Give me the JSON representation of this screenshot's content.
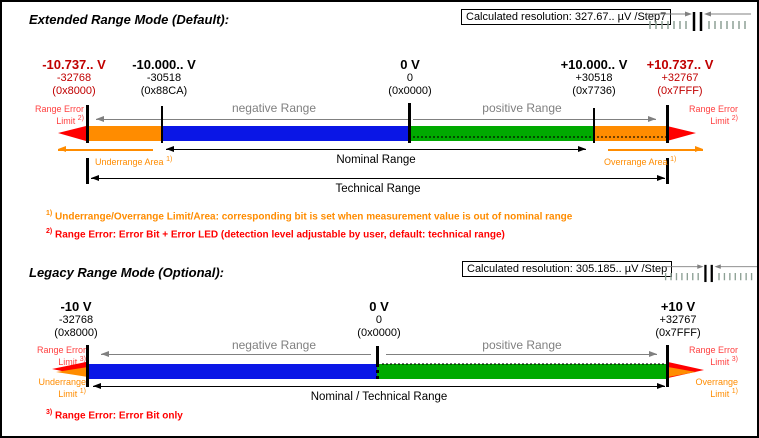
{
  "colors": {
    "bar_blue": "#0A16E6",
    "bar_green": "#00AA00",
    "bar_orange": "#FF8C00",
    "arrow_red": "#FF0000",
    "emphasis_text_red": "#C00000",
    "limit_label_red": "#FF4040",
    "limit_label_orange": "#FF8C00",
    "range_arrow_gray": "#808080"
  },
  "extended": {
    "title": "Extended Range Mode (Default):",
    "resolution": "Calculated resolution: 327.67.. µV /Step7",
    "columns": [
      {
        "volts": "-10.737.. V",
        "raw": "-32768",
        "hex": "(0x8000)"
      },
      {
        "volts": "-10.000.. V",
        "raw": "-30518",
        "hex": "(0x88CA)"
      },
      {
        "volts": "0 V",
        "raw": "0",
        "hex": "(0x0000)"
      },
      {
        "volts": "+10.000.. V",
        "raw": "+30518",
        "hex": "(0x7736)"
      },
      {
        "volts": "+10.737.. V",
        "raw": "+32767",
        "hex": "(0x7FFF)"
      }
    ],
    "negative_range": "negative Range",
    "positive_range": "positive Range",
    "nominal_range": "Nominal Range",
    "technical_range": "Technical Range",
    "range_error": {
      "line1": "Range Error",
      "line2": "Limit",
      "sup": "2)"
    },
    "underrange_area": {
      "text": "Underrange Area",
      "sup": "1)"
    },
    "overrange_area": {
      "text": "Overrange Area",
      "sup": "1)"
    }
  },
  "legacy": {
    "title": "Legacy Range Mode (Optional):",
    "resolution": "Calculated resolution: 305.185.. µV /Step",
    "columns": [
      {
        "volts": "-10 V",
        "raw": "-32768",
        "hex": "(0x8000)"
      },
      {
        "volts": "0 V",
        "raw": "0",
        "hex": "(0x0000)"
      },
      {
        "volts": "+10 V",
        "raw": "+32767",
        "hex": "(0x7FFF)"
      }
    ],
    "negative_range": "negative Range",
    "positive_range": "positive Range",
    "nominal_technical_range": "Nominal / Technical Range",
    "range_error": {
      "line1": "Range Error",
      "line2": "Limit",
      "sup": "3)"
    },
    "underrange_limit": {
      "line1": "Underrange",
      "line2": "Limit",
      "sup": "1)"
    },
    "overrange_limit": {
      "line1": "Overrange",
      "line2": "Limit",
      "sup": "1)"
    }
  },
  "footnotes": [
    {
      "marker": "1)",
      "text": "Underrange/Overrange Limit/Area: corresponding bit is set when measurement value is out of nominal range"
    },
    {
      "marker": "2)",
      "text": "Range Error: Error Bit + Error LED (detection level adjustable by user, default: technical range)"
    },
    {
      "marker": "3)",
      "text": "Range Error: Error Bit only"
    }
  ]
}
